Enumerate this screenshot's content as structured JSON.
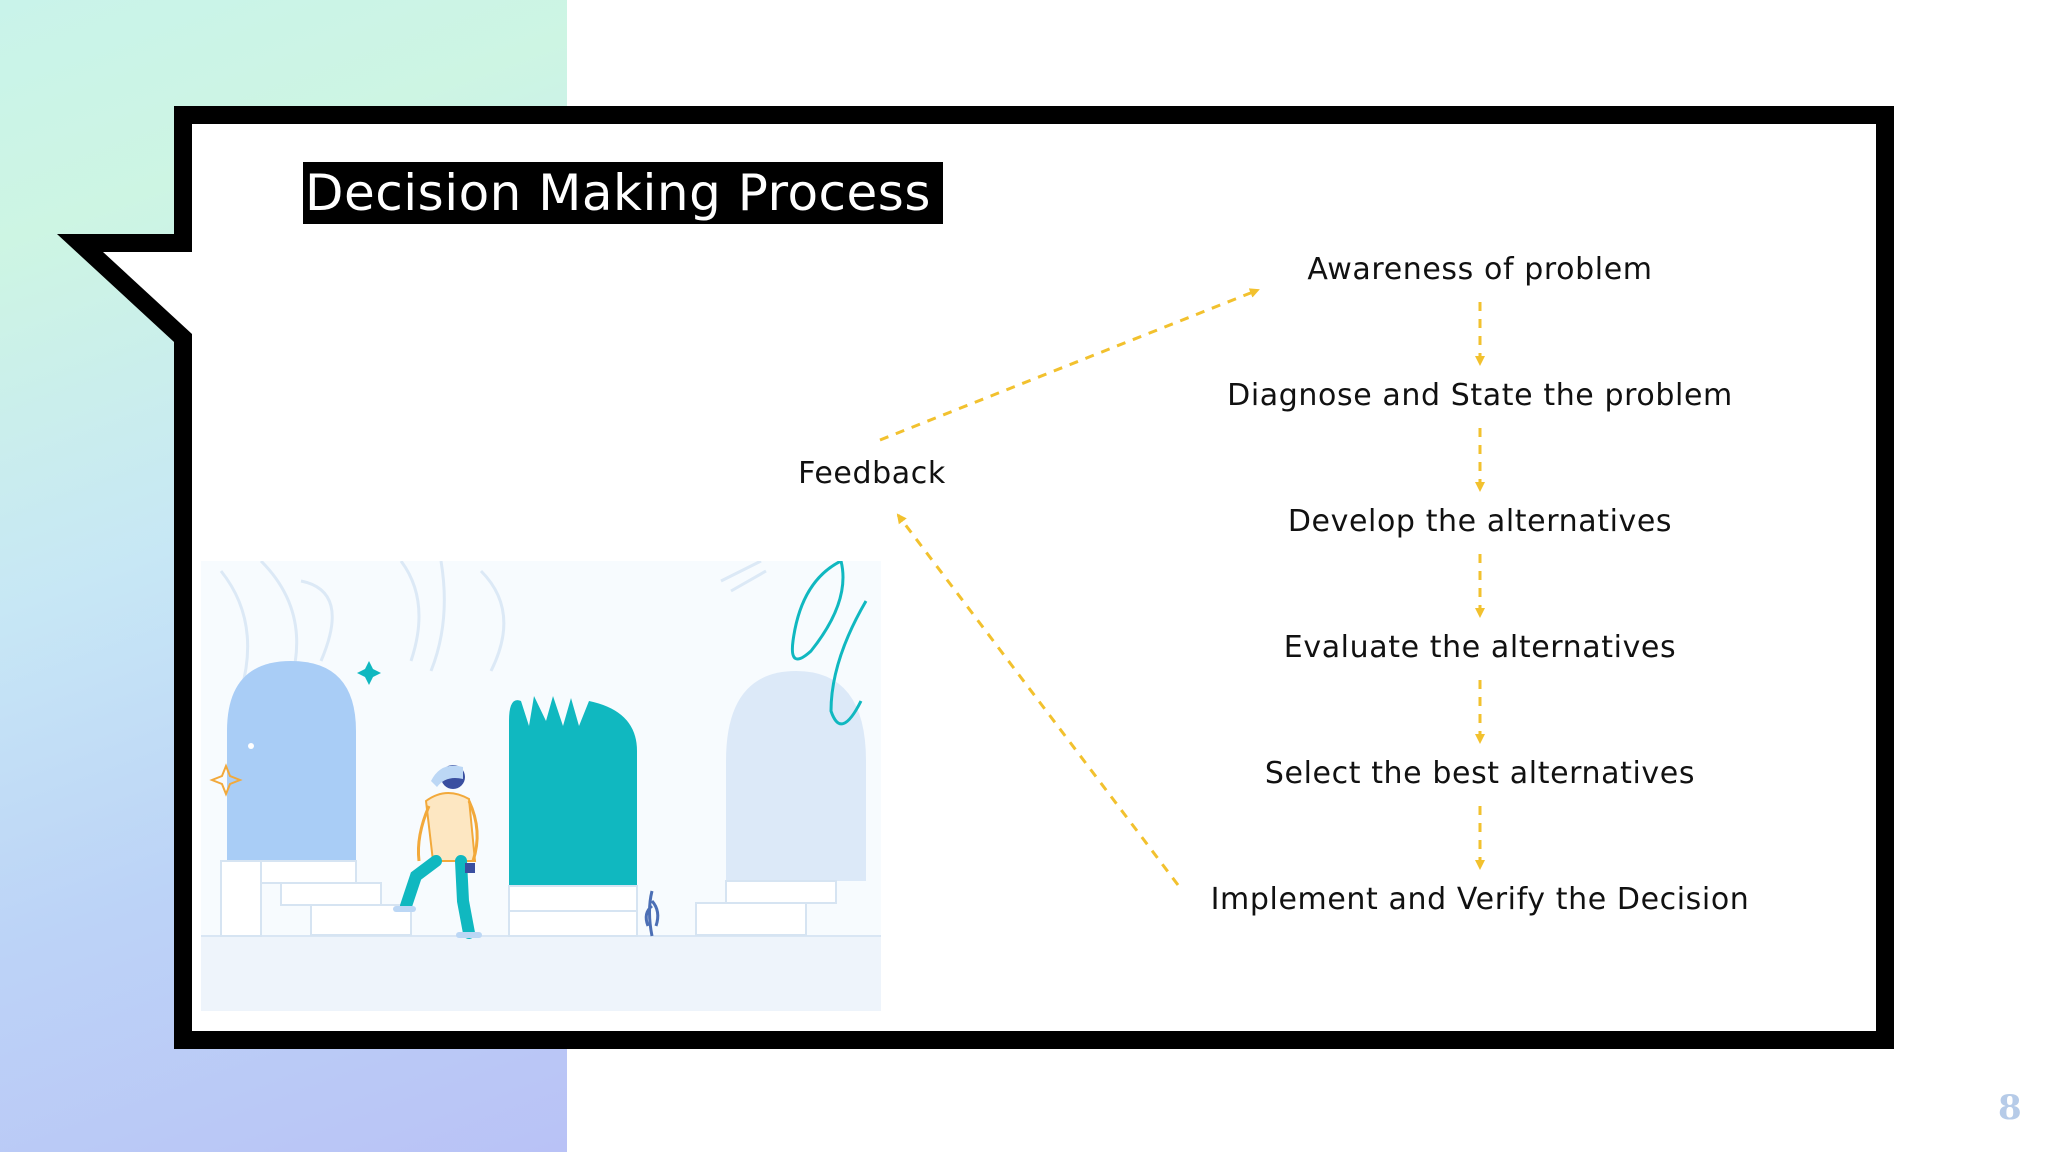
{
  "slide": {
    "title": "Decision Making Process",
    "page_number": "8"
  },
  "diagram": {
    "steps": [
      "Awareness of problem",
      "Diagnose and State the problem",
      "Develop the alternatives",
      "Evaluate the alternatives",
      "Select the best alternatives",
      "Implement and Verify the Decision"
    ],
    "feedback_label": "Feedback",
    "arrow_color": "#f2c12e"
  },
  "colors": {
    "accent_teal": "#10b8c0",
    "arch_blue": "#a9cdf6",
    "frame": "#000000"
  }
}
